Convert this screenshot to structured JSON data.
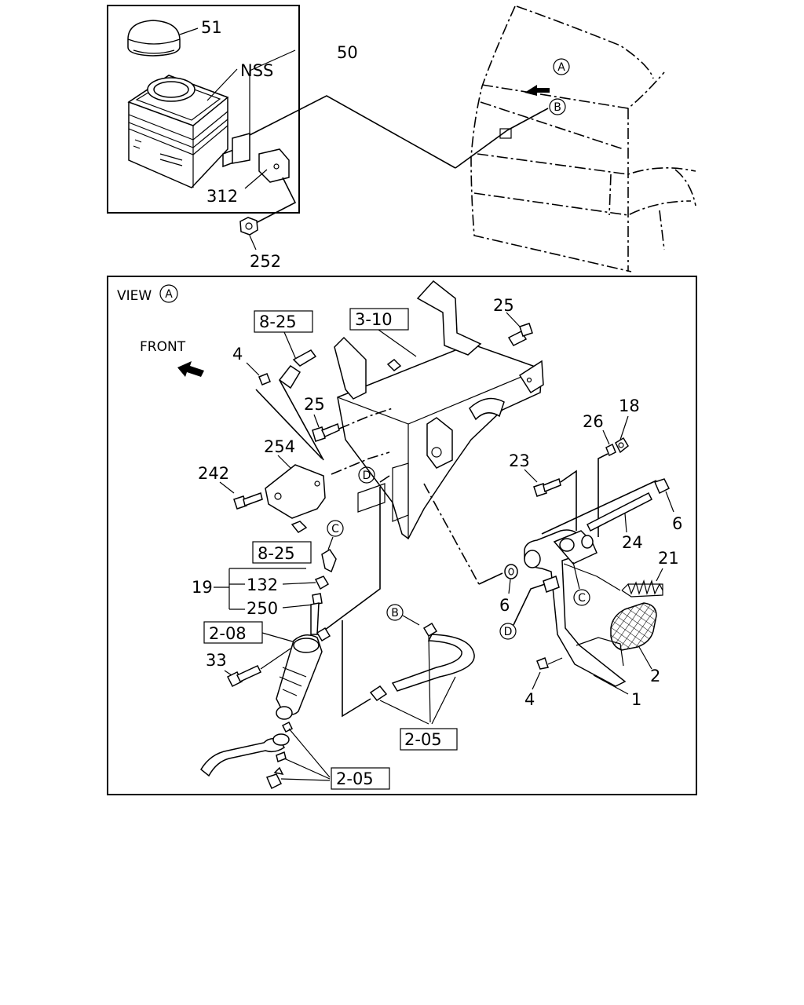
{
  "inset": {
    "labels": {
      "cap": "51",
      "assembly": "50",
      "nss": "NSS",
      "bracket": "312",
      "nut": "252"
    }
  },
  "cab": {
    "view_a": "A",
    "view_b": "B"
  },
  "view": {
    "title": "VIEW",
    "title_circle": "A",
    "front": "FRONT",
    "labels": {
      "bracket_box": "3-10",
      "bolt_25_top": "25",
      "switch_box": "8-25",
      "bolt_4_top": "4",
      "bolt_25_mid": "25",
      "bracket_254": "254",
      "bolt_242": "242",
      "switch_box_2": "8-25",
      "group_19": "19",
      "part_132": "132",
      "part_250": "250",
      "cylinder_box": "2-08",
      "bolt_33": "33",
      "bolt_23": "23",
      "washer_26": "26",
      "nut_18": "18",
      "pin_6_right": "6",
      "shaft_24": "24",
      "spring_21": "21",
      "bushing_6": "6",
      "pad_2": "2",
      "bolt_4_bottom": "4",
      "pedal_1": "1",
      "hose_box": "2-05",
      "pipe_box": "2-05"
    },
    "circles": {
      "c1": "C",
      "c2": "C",
      "d1": "D",
      "d2": "D",
      "b1": "B"
    }
  }
}
